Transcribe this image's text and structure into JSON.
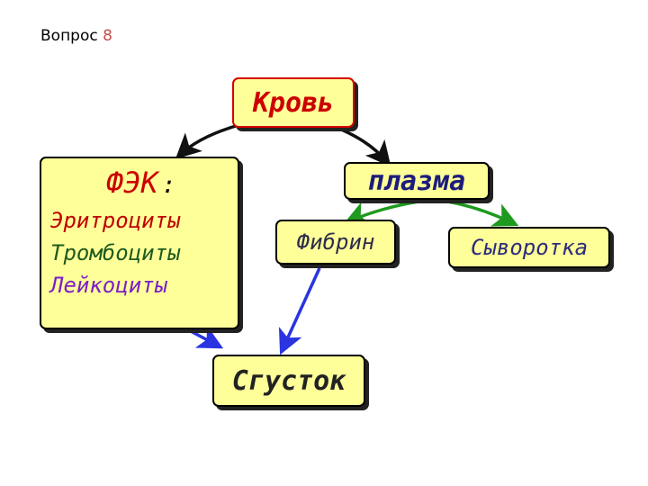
{
  "header": {
    "label": "Вопрос",
    "number": "8",
    "number_color": "#c0504d"
  },
  "nodes": {
    "blood": "Кровь",
    "fek": {
      "title": "ФЭК",
      "colon": ":",
      "cells": [
        "Эритроциты",
        "Тромбоциты",
        "Лейкоциты"
      ]
    },
    "plasma": "плазма",
    "fibrin": "Фибрин",
    "serum": "Сыворотка",
    "clot": "Сгусток"
  },
  "colors": {
    "box_fill": "#ffff99",
    "arrow_black": "#111111",
    "arrow_green": "#1e9a1e",
    "arrow_blue": "#2a34e0",
    "blood_border": "#d40000"
  }
}
